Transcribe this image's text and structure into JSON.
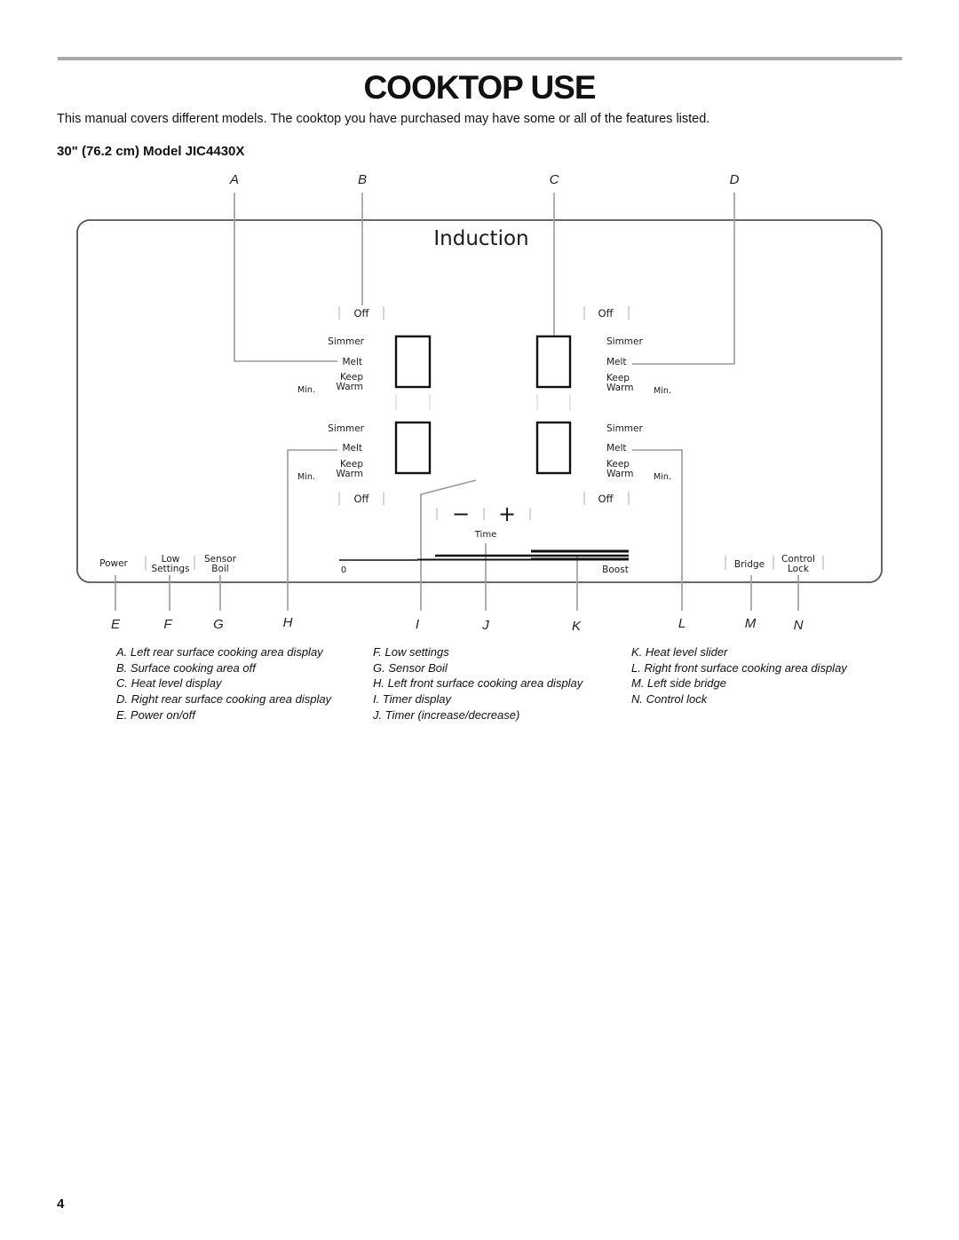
{
  "page": {
    "title": "COOKTOP USE",
    "intro": "This manual covers different models. The cooktop you have purchased may have some or all of the features listed.",
    "model": "30\" (76.2 cm) Model JIC4430X",
    "page_number": "4"
  },
  "diagram": {
    "brand": "Induction",
    "callouts": [
      "A",
      "B",
      "C",
      "D",
      "E",
      "F",
      "G",
      "H",
      "I",
      "J",
      "K",
      "L",
      "M",
      "N"
    ],
    "zone_labels": {
      "off": "Off",
      "simmer": "Simmer",
      "melt": "Melt",
      "keep": "Keep",
      "warm": "Warm",
      "min": "Min."
    },
    "timer": {
      "minus": "−",
      "plus": "+",
      "label": "Time"
    },
    "slider": {
      "start": "0",
      "end": "Boost"
    },
    "buttons": {
      "power": "Power",
      "low_line1": "Low",
      "low_line2": "Settings",
      "sensor_line1": "Sensor",
      "sensor_line2": "Boil",
      "bridge": "Bridge",
      "control_line1": "Control",
      "control_line2": "Lock"
    }
  },
  "legend": {
    "col1": [
      "A. Left rear surface cooking area display",
      "B. Surface cooking area off",
      "C. Heat level display",
      "D. Right rear surface cooking area display",
      "E. Power on/off"
    ],
    "col2": [
      "F. Low settings",
      "G. Sensor Boil",
      "H. Left front surface cooking area display",
      "I. Timer display",
      "J. Timer (increase/decrease)"
    ],
    "col3": [
      "K. Heat level slider",
      "L. Right front surface cooking area display",
      "M. Left side bridge",
      "N. Control lock"
    ]
  }
}
